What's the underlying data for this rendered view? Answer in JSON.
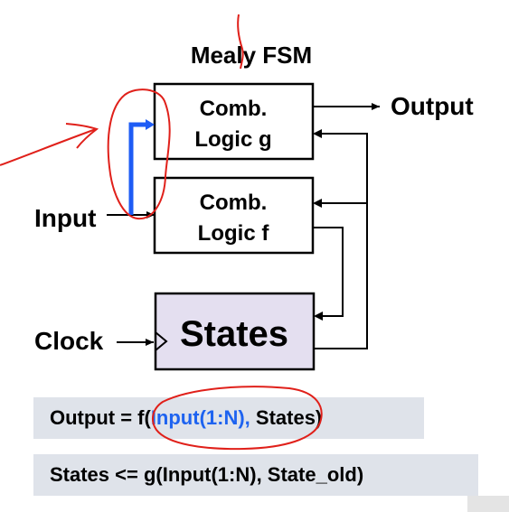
{
  "diagram": {
    "title": "Mealy FSM",
    "blocks": {
      "logic_g": {
        "line1": "Comb.",
        "line2": "Logic g"
      },
      "logic_f": {
        "line1": "Comb.",
        "line2": "Logic f"
      },
      "states": {
        "label": "States"
      }
    },
    "signals": {
      "output": "Output",
      "input": "Input",
      "clock": "Clock"
    }
  },
  "equations": {
    "output_eq": {
      "prefix": "Output = f(",
      "highlight": "Input(1:N),",
      "suffix": " States)"
    },
    "states_eq": "States <= g(Input(1:N), State_old)"
  },
  "colors": {
    "annotation_red": "#e0201a",
    "highlight_blue": "#1e63f0",
    "states_fill": "#e4dff0",
    "equation_bg": "#dfe3ea"
  }
}
